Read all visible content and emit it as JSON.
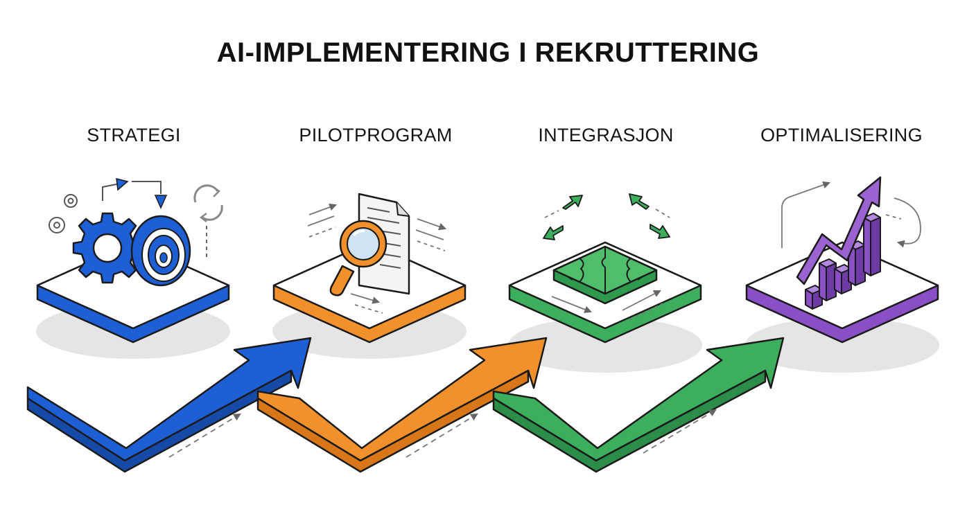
{
  "title": "AI-IMPLEMENTERING I REKRUTTERING",
  "stages": [
    {
      "label": "STRATEGI",
      "color": "#1f5fd6",
      "icon": "gear-target-icon"
    },
    {
      "label": "PILOTPROGRAM",
      "color": "#f2912c",
      "icon": "magnifier-document-icon"
    },
    {
      "label": "INTEGRASJON",
      "color": "#3cae5c",
      "icon": "puzzle-icon"
    },
    {
      "label": "OPTIMALISERING",
      "color": "#8a4fc4",
      "icon": "growth-chart-icon"
    }
  ],
  "colors": {
    "blue": "#1f5fd6",
    "orange": "#f2912c",
    "green": "#3cae5c",
    "purple": "#8a4fc4",
    "outline": "#1a1a1a"
  }
}
